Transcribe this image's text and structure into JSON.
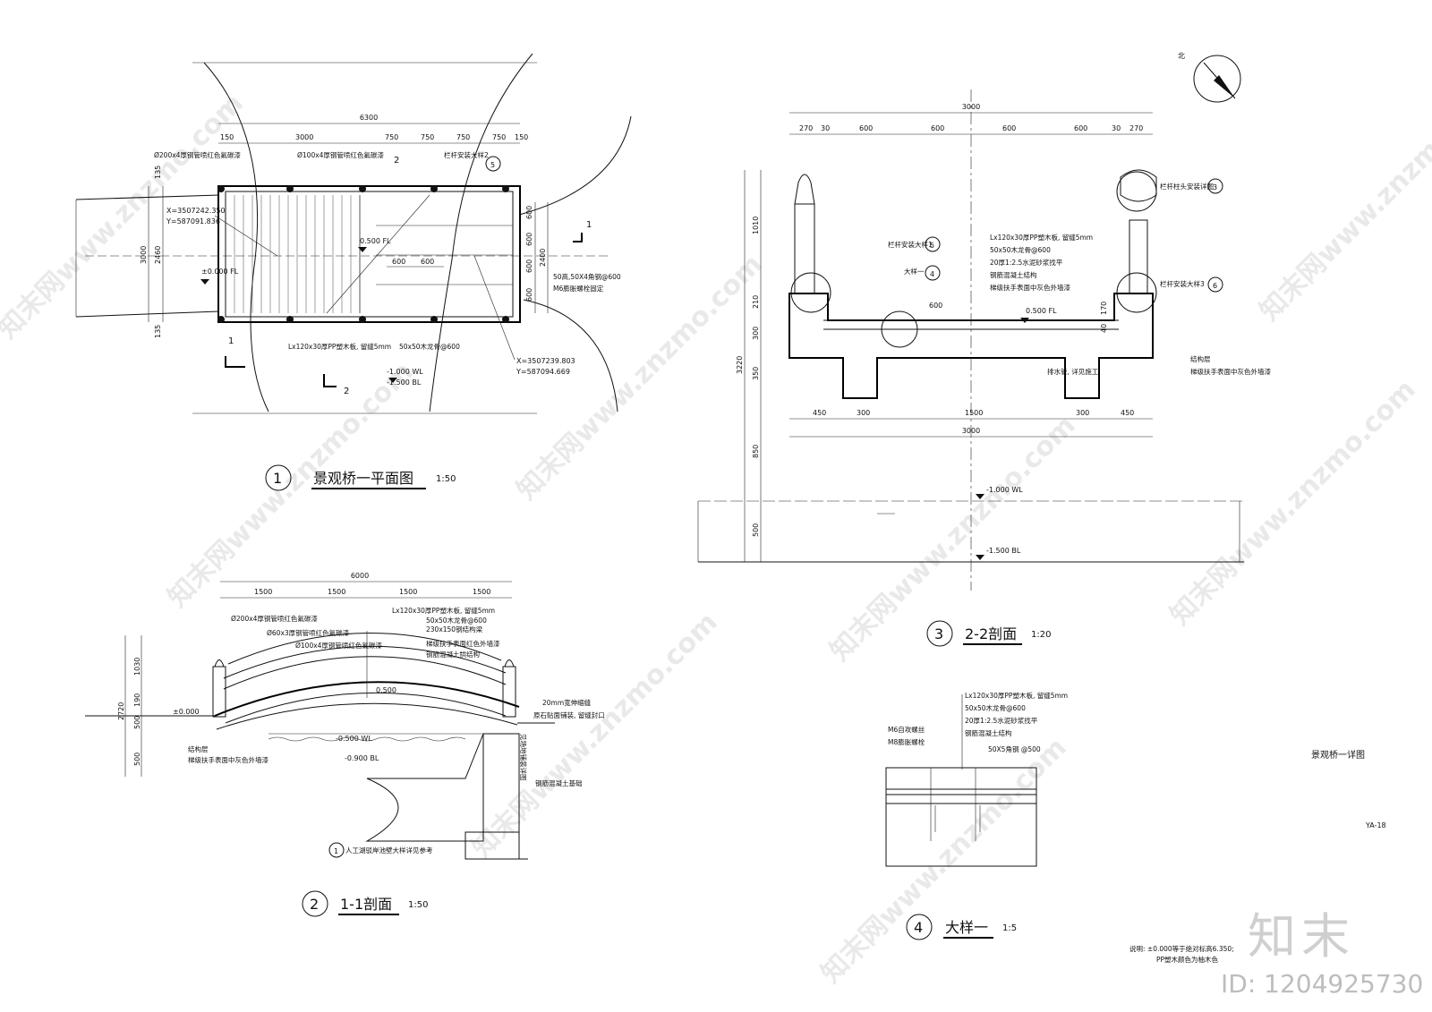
{
  "titles": {
    "plan": {
      "num": "1",
      "text": "景观桥一平面图",
      "scale": "1:50"
    },
    "sec11": {
      "num": "2",
      "text": "1-1剖面",
      "scale": "1:50"
    },
    "sec22": {
      "num": "3",
      "text": "2-2剖面",
      "scale": "1:20"
    },
    "detail": {
      "num": "4",
      "text": "大样一",
      "scale": "1:5"
    }
  },
  "sheet": {
    "name": "景观桥一详图",
    "code": "YA-18"
  },
  "notes": {
    "line1": "说明: ±0.000等于绝对标高6.350;",
    "line2": "PP塑木颜色为柚木色"
  },
  "watermark": {
    "brand": "知末",
    "id": "ID: 1204925730",
    "text": "知末网www.znzmo.com"
  },
  "north": "北",
  "plan": {
    "dim_total": "6300",
    "dims_top": [
      "150",
      "3000",
      "750",
      "750",
      "750",
      "750",
      "150"
    ],
    "dims_left": [
      "135",
      "2460",
      "135"
    ],
    "dim_left_total": "3000",
    "dims_right": [
      "600",
      "600",
      "600",
      "600"
    ],
    "dim_right_total": "2400",
    "dims_mid": [
      "600",
      "600"
    ],
    "coord1": [
      "X=3507242.350",
      "Y=587091.836"
    ],
    "coord2": [
      "X=3507239.803",
      "Y=587094.669"
    ],
    "levels": [
      "±0.000 FL",
      "0.500 FL",
      "-1.000 WL",
      "-1.500 BL"
    ],
    "notes": [
      "Ø200x4厚钢管喷红色氟碳漆",
      "Ø100x4厚钢管喷红色氟碳漆",
      "栏杆安装大样2",
      "Lx120x30厚PP塑木板, 留缝5mm",
      "50x50木龙骨@600",
      "50高,50X4角钢@600",
      "M6膨胀螺栓固定"
    ],
    "cuts": [
      "1",
      "1",
      "2",
      "2"
    ],
    "callout": "5"
  },
  "sec11": {
    "dim_total": "6000",
    "dims_top": [
      "1500",
      "1500",
      "1500",
      "1500"
    ],
    "dims_left": [
      "1030",
      "190",
      "500",
      "500"
    ],
    "dim_left_total": "2720",
    "levels": [
      "±0.000",
      "0.500",
      "-0.500 WL",
      "-0.900 BL"
    ],
    "notes": [
      "Lx120x30厚PP塑木板, 留缝5mm",
      "50x50木龙骨@600",
      "230x150钢结构梁",
      "Ø200x4厚钢管喷红色氟碳漆",
      "Ø60x3厚钢管喷红色氟碳漆",
      "Ø100x4厚钢管喷红色氟碳漆",
      "梯级扶手表面红色外墙漆",
      "钢筋混凝土拱结构",
      "结构层",
      "梯级扶手表面中灰色外墙漆",
      "20mm宽伸缩缝",
      "原石贴面铺装, 留缝封口",
      "见场地铺装详图",
      "钢筋混凝土基础",
      "人工湖驳岸池壁大样详见参考"
    ],
    "callout": "1"
  },
  "sec22": {
    "dim_total_top": "3000",
    "dims_top": [
      "270",
      "30",
      "600",
      "600",
      "600",
      "600",
      "30",
      "270"
    ],
    "dims_left": [
      "1010",
      "210",
      "300",
      "350",
      "850",
      "500"
    ],
    "dim_left_total": "3220",
    "dims_bottom": [
      "450",
      "300",
      "1500",
      "300",
      "450"
    ],
    "dim_bottom_total": "3000",
    "dims_inner": [
      "600",
      "170",
      "40"
    ],
    "levels": [
      "0.500 FL",
      "-1.000 WL",
      "-1.500 BL"
    ],
    "notes": [
      "Lx120x30厚PP塑木板, 留缝5mm",
      "50x50木龙骨@600",
      "20厚1:2.5水泥砂浆找平",
      "钢筋混凝土结构",
      "梯级扶手表面中灰色外墙漆",
      "栏杆安装大样1",
      "大样一",
      "栏杆柱头安装详图",
      "栏杆安装大样3",
      "结构层",
      "梯级扶手表面中灰色外墙漆",
      "排水管, 详见施工"
    ],
    "callouts": [
      "5",
      "4",
      "3",
      "6"
    ]
  },
  "detail": {
    "notes": [
      "Lx120x30厚PP塑木板, 留缝5mm",
      "50x50木龙骨@600",
      "20厚1:2.5水泥砂浆找平",
      "钢筋混凝土结构",
      "M6自攻螺丝",
      "M8膨胀螺栓",
      "50X5角钢 @500"
    ]
  }
}
